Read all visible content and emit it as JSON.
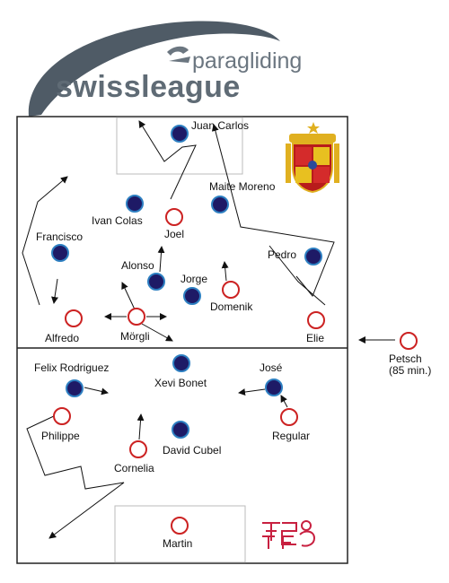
{
  "brand": {
    "line1": "paragliding",
    "line2": "swissleague"
  },
  "spain_team": [
    {
      "name": "Juan Carlos"
    },
    {
      "name": "Maite Moreno"
    },
    {
      "name": "Ivan Colas"
    },
    {
      "name": "Francisco"
    },
    {
      "name": "Pedro"
    },
    {
      "name": "Alonso"
    },
    {
      "name": "Jorge"
    },
    {
      "name": "Felix Rodriguez"
    },
    {
      "name": "Xevi Bonet"
    },
    {
      "name": "José"
    },
    {
      "name": "David Cubel"
    }
  ],
  "swiss_team": [
    {
      "name": "Joel"
    },
    {
      "name": "Domenik"
    },
    {
      "name": "Alfredo"
    },
    {
      "name": "Mörgli"
    },
    {
      "name": "Elie"
    },
    {
      "name": "Philippe"
    },
    {
      "name": "Regular"
    },
    {
      "name": "Cornelia"
    },
    {
      "name": "Martin"
    }
  ],
  "substitute": {
    "name": "Petsch",
    "note": "(85 min.)"
  },
  "colors": {
    "spain_fill": "#1e1a66",
    "spain_ring": "#2d7fc1",
    "swiss_ring": "#cc2222",
    "field_line": "#222222",
    "box_line": "#bbbbbb"
  }
}
